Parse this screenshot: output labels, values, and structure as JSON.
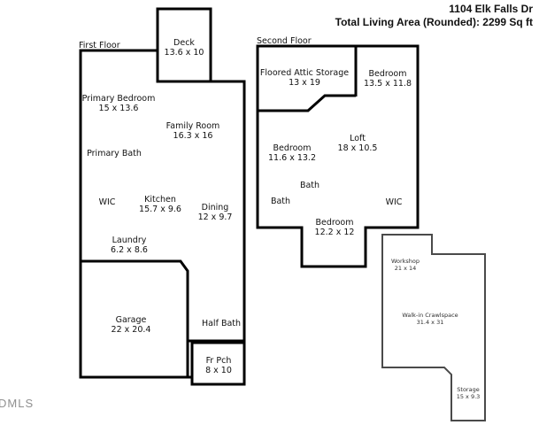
{
  "header": {
    "address": "1104 Elk Falls Dr",
    "total_area": "Total Living Area (Rounded): 2299 Sq ft"
  },
  "watermark": "DMLS",
  "floors": {
    "first": {
      "label": "First Floor"
    },
    "second": {
      "label": "Second Floor"
    }
  },
  "rooms": {
    "deck": {
      "name": "Deck",
      "dims": "13.6 x 10"
    },
    "primary_bedroom": {
      "name": "Primary Bedroom",
      "dims": "15 x 13.6"
    },
    "family_room": {
      "name": "Family Room",
      "dims": "16.3 x 16"
    },
    "primary_bath": {
      "name": "Primary Bath"
    },
    "wic_first": {
      "name": "WIC"
    },
    "kitchen": {
      "name": "Kitchen",
      "dims": "15.7 x 9.6"
    },
    "dining": {
      "name": "Dining",
      "dims": "12 x 9.7"
    },
    "laundry": {
      "name": "Laundry",
      "dims": "6.2 x 8.6"
    },
    "garage": {
      "name": "Garage",
      "dims": "22 x 20.4"
    },
    "half_bath": {
      "name": "Half Bath"
    },
    "front_porch": {
      "name": "Fr Pch",
      "dims": "8 x 10"
    },
    "attic_storage": {
      "name": "Floored Attic Storage",
      "dims": "13 x 19"
    },
    "bedroom_2": {
      "name": "Bedroom",
      "dims": "13.5 x 11.8"
    },
    "bedroom_3": {
      "name": "Bedroom",
      "dims": "11.6 x 13.2"
    },
    "loft": {
      "name": "Loft",
      "dims": "18 x 10.5"
    },
    "bath_upper": {
      "name": "Bath"
    },
    "bath_lower": {
      "name": "Bath"
    },
    "wic_second": {
      "name": "WIC"
    },
    "bedroom_4": {
      "name": "Bedroom",
      "dims": "12.2 x 12"
    },
    "workshop": {
      "name": "Workshop",
      "dims": "21 x 14"
    },
    "crawlspace": {
      "name": "Walk-in Crawlspace",
      "dims": "31.4 x 31"
    },
    "storage": {
      "name": "Storage",
      "dims": "15 x 9.3"
    }
  },
  "colors": {
    "wall": "#000000",
    "basement_wall": "#4a4a4a",
    "text": "#111111",
    "watermark": "#8f8f8f",
    "background": "#ffffff"
  }
}
